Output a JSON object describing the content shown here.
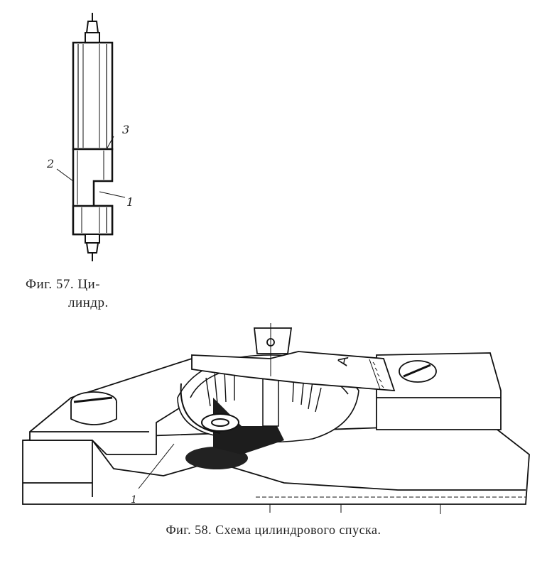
{
  "fig57": {
    "caption_line1": "Фиг. 57. Ци-",
    "caption_line2": "линдр.",
    "labels": {
      "one": "1",
      "two": "2",
      "three": "3"
    }
  },
  "fig58": {
    "caption": "Фиг. 58. Схема цилиндрового спуска.",
    "arm_letter": "A",
    "pointer_label": "1"
  }
}
